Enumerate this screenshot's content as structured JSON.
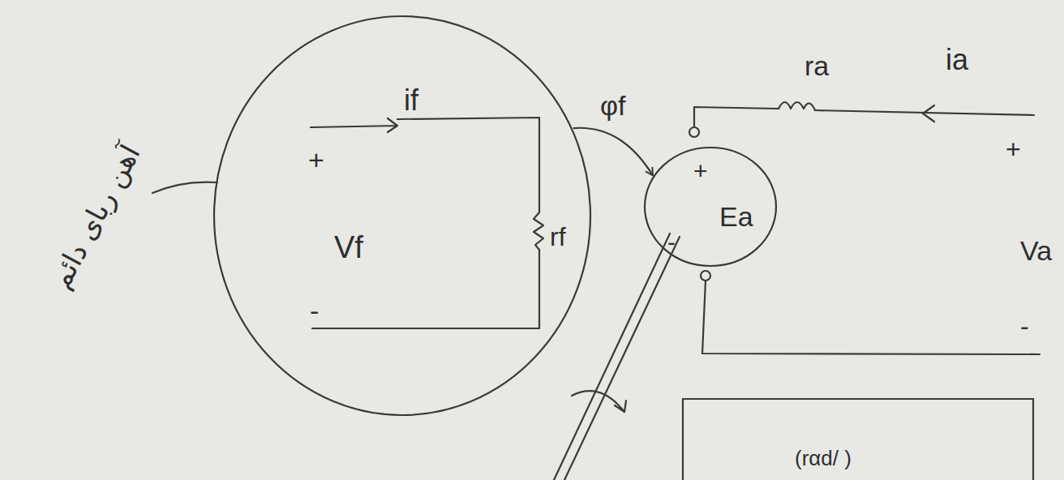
{
  "diagram": {
    "nodes": [
      {
        "text": [
          "+",
          "if",
          "Vf",
          "rf",
          "-"
        ]
      },
      {
        "text": [
          "+",
          "Ea",
          "-"
        ]
      },
      {
        "text": [
          "(rαd/ )"
        ]
      }
    ],
    "edges": [
      {
        "from": 0,
        "to": 1,
        "label": "φf",
        "arrow": "to"
      }
    ],
    "labels": [
      "آهن ربای دائم",
      "ra",
      "ia",
      "+",
      "Va",
      "-"
    ]
  }
}
